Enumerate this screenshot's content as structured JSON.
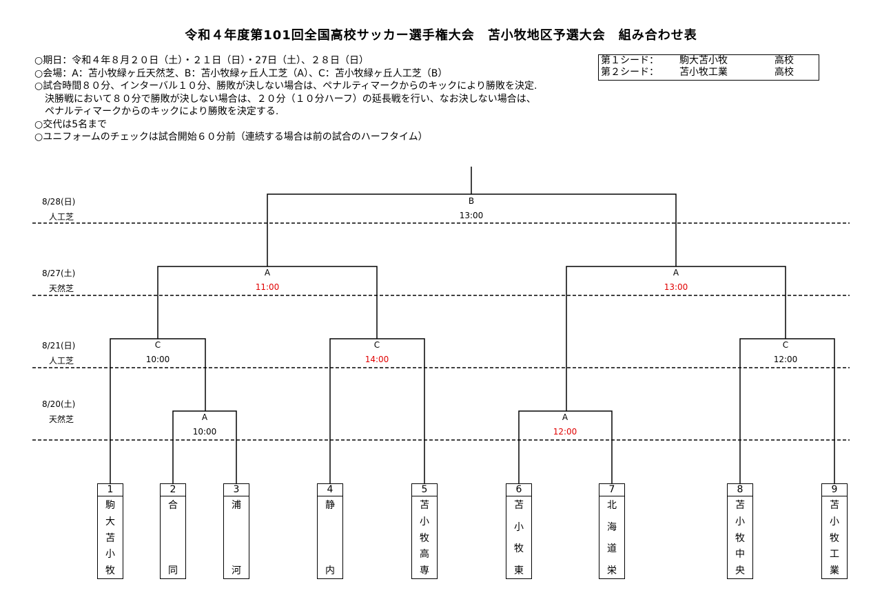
{
  "title": "令和４年度第101回全国高校サッカー選手権大会　苫小牧地区予選大会　組み合わせ表",
  "info_lines": [
    "○期日：令和４年８月２０日（土）・２１日（日）・27日（土）、２８日（日）",
    "○会場：A：苫小牧緑ヶ丘天然芝、B：苫小牧緑ヶ丘人工芝（A）、C：苫小牧緑ヶ丘人工芝（B）",
    "○試合時間８０分、インターバル１０分、勝敗が決しない場合は、ペナルティマークからのキックにより勝敗を決定.",
    "決勝戦において８０分で勝敗が決しない場合は、２０分（１０分ハーフ）の延長戦を行い、なお決しない場合は、",
    "ペナルティマークからのキックにより勝敗を決定する.",
    "○交代は5名まで",
    "○ユニフォームのチェックは試合開始６０分前（連続する場合は前の試合のハーフタイム）"
  ],
  "seeds": [
    {
      "label": "第１シード：",
      "name": "駒大苫小牧",
      "suffix": "高校"
    },
    {
      "label": "第２シード：",
      "name": "苫小牧工業",
      "suffix": "高校"
    }
  ],
  "days": [
    {
      "date": "8/28(日)",
      "venue": "人工芝"
    },
    {
      "date": "8/27(土)",
      "venue": "天然芝"
    },
    {
      "date": "8/21(日)",
      "venue": "人工芝"
    },
    {
      "date": "8/20(土)",
      "venue": "天然芝"
    }
  ],
  "matches": [
    {
      "field": "B",
      "time": "13:00",
      "time_color": "#000000"
    },
    {
      "field": "A",
      "time": "11:00",
      "time_color": "#e00000"
    },
    {
      "field": "A",
      "time": "13:00",
      "time_color": "#e00000"
    },
    {
      "field": "C",
      "time": "10:00",
      "time_color": "#000000"
    },
    {
      "field": "C",
      "time": "14:00",
      "time_color": "#e00000"
    },
    {
      "field": "C",
      "time": "12:00",
      "time_color": "#000000"
    },
    {
      "field": "A",
      "time": "10:00",
      "time_color": "#000000"
    },
    {
      "field": "A",
      "time": "12:00",
      "time_color": "#e00000"
    }
  ],
  "teams": [
    {
      "num": "1",
      "name": [
        "駒",
        "大",
        "苫",
        "小",
        "牧"
      ]
    },
    {
      "num": "2",
      "name": [
        "合",
        "同"
      ]
    },
    {
      "num": "3",
      "name": [
        "浦",
        "河"
      ]
    },
    {
      "num": "4",
      "name": [
        "静",
        "内"
      ]
    },
    {
      "num": "5",
      "name": [
        "苫",
        "小",
        "牧",
        "高",
        "専"
      ]
    },
    {
      "num": "6",
      "name": [
        "苫",
        "小",
        "牧",
        "東"
      ]
    },
    {
      "num": "7",
      "name": [
        "北",
        "海",
        "道",
        "栄"
      ]
    },
    {
      "num": "8",
      "name": [
        "苫",
        "小",
        "牧",
        "中",
        "央"
      ]
    },
    {
      "num": "9",
      "name": [
        "苫",
        "小",
        "牧",
        "工",
        "業"
      ]
    }
  ]
}
